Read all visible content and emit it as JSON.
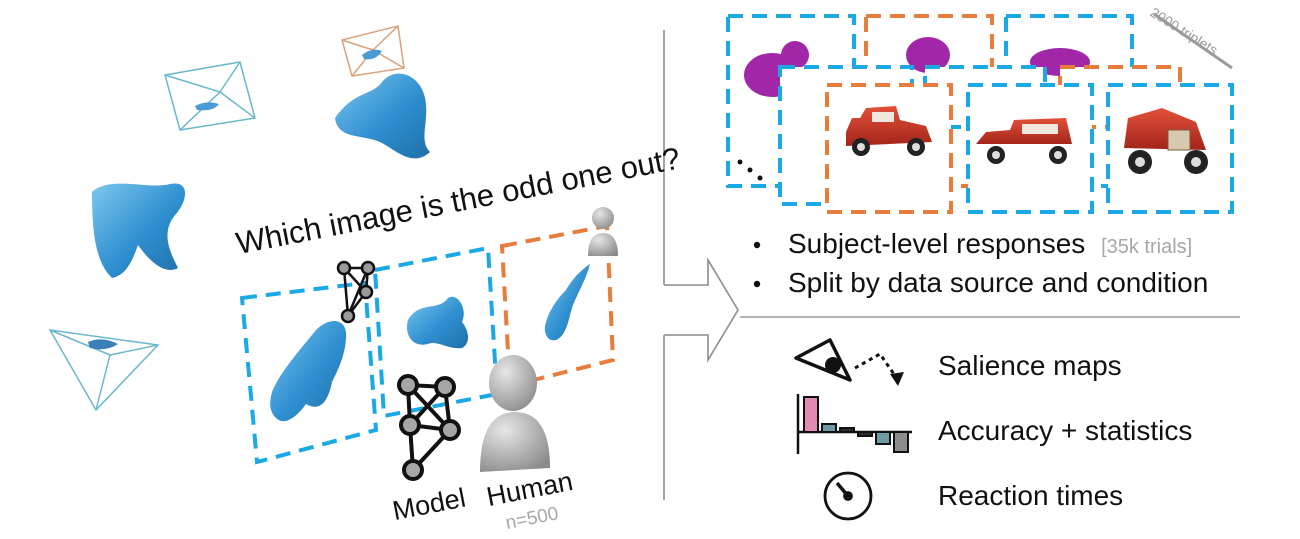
{
  "question": "Which image is the odd one out?",
  "labels": {
    "model": "Model",
    "human": "Human",
    "n_subjects": "n=500"
  },
  "dataset": {
    "triplets": "2000 triplets"
  },
  "bullets": [
    {
      "text": "Subject-level responses",
      "note": "[35k trials]"
    },
    {
      "text": "Split by data source and condition"
    }
  ],
  "outputs": [
    {
      "icon": "eye-icon",
      "label": "Salience maps"
    },
    {
      "icon": "bar-chart-icon",
      "label": "Accuracy + statistics"
    },
    {
      "icon": "stopwatch-icon",
      "label": "Reaction times"
    }
  ],
  "colors": {
    "blue": "#1aa9e4",
    "orange": "#e67d3c",
    "gray": "#8c8c8c",
    "pink": "#e08ab4",
    "teal": "#6d9aa3"
  }
}
